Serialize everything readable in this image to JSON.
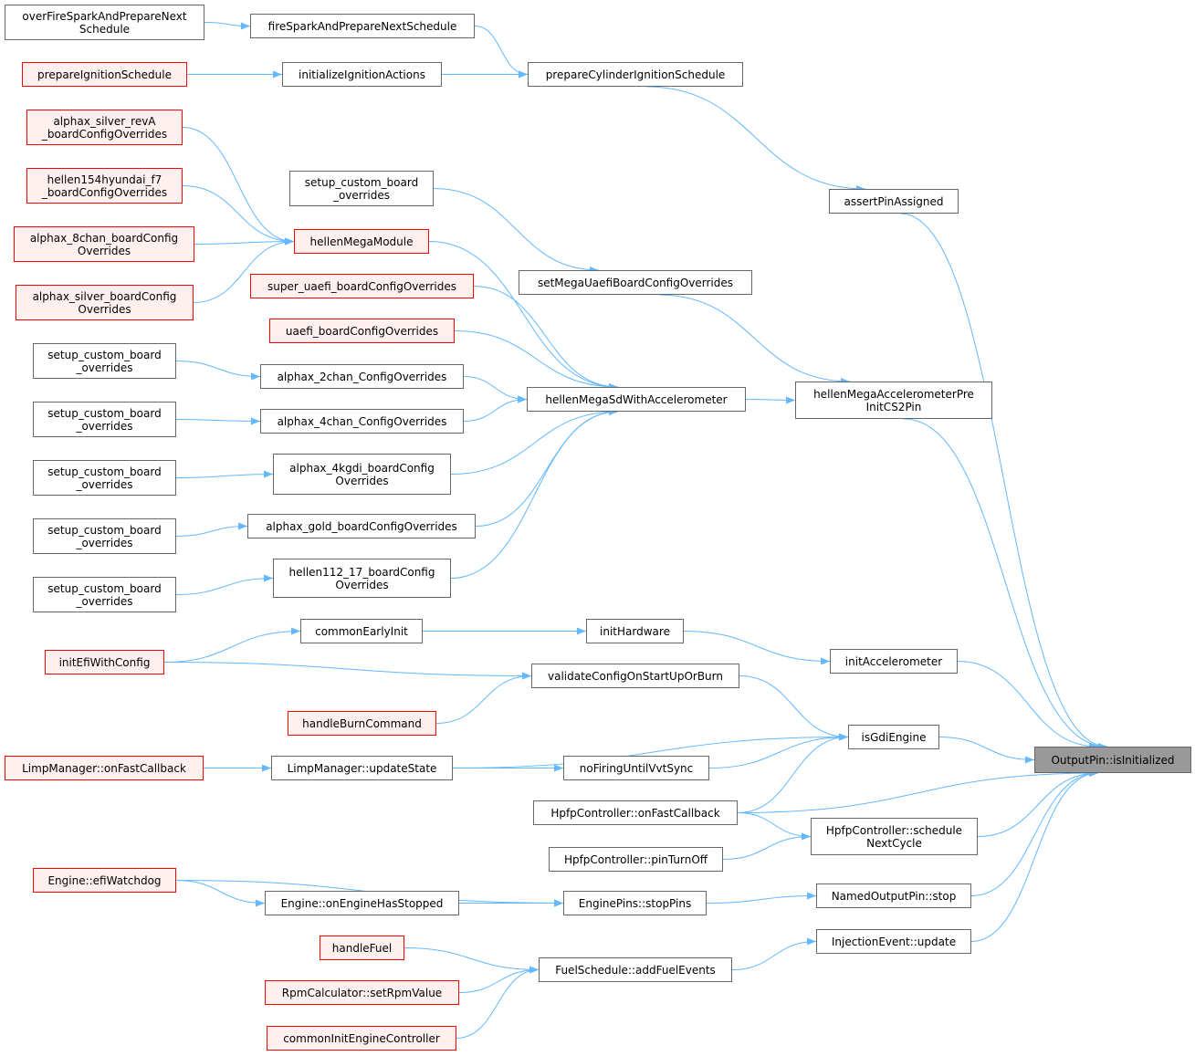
{
  "graph_type": "caller graph",
  "colors": {
    "edge": "#63b8ff",
    "node_border": "#666666",
    "red_border": "#ff0000",
    "red_fill": "#fff0f0",
    "focus_fill": "#999999"
  },
  "nodes": [
    {
      "id": "overFire",
      "lines": [
        "overFireSparkAndPrepareNext",
        "Schedule"
      ],
      "style": "normal"
    },
    {
      "id": "prepareIgn",
      "lines": [
        "prepareIgnitionSchedule"
      ],
      "style": "red"
    },
    {
      "id": "silverRevA",
      "lines": [
        "alphax_silver_revA",
        "_boardConfigOverrides"
      ],
      "style": "red"
    },
    {
      "id": "hellen154",
      "lines": [
        "hellen154hyundai_f7",
        "_boardConfigOverrides"
      ],
      "style": "red"
    },
    {
      "id": "alphax8",
      "lines": [
        "alphax_8chan_boardConfig",
        "Overrides"
      ],
      "style": "red"
    },
    {
      "id": "silver",
      "lines": [
        "alphax_silver_boardConfig",
        "Overrides"
      ],
      "style": "red"
    },
    {
      "id": "setup7",
      "lines": [
        "setup_custom_board",
        "_overrides"
      ],
      "style": "normal"
    },
    {
      "id": "setup8",
      "lines": [
        "setup_custom_board",
        "_overrides"
      ],
      "style": "normal"
    },
    {
      "id": "setup9",
      "lines": [
        "setup_custom_board",
        "_overrides"
      ],
      "style": "normal"
    },
    {
      "id": "setup10",
      "lines": [
        "setup_custom_board",
        "_overrides"
      ],
      "style": "normal"
    },
    {
      "id": "setup11",
      "lines": [
        "setup_custom_board",
        "_overrides"
      ],
      "style": "normal"
    },
    {
      "id": "initEfi",
      "lines": [
        "initEfiWithConfig"
      ],
      "style": "red"
    },
    {
      "id": "limpFast",
      "lines": [
        "LimpManager::onFastCallback"
      ],
      "style": "red"
    },
    {
      "id": "efiWatchdog",
      "lines": [
        "Engine::efiWatchdog"
      ],
      "style": "red"
    },
    {
      "id": "fireSpark",
      "lines": [
        "fireSparkAndPrepareNextSchedule"
      ],
      "style": "normal"
    },
    {
      "id": "initIgnActions",
      "lines": [
        "initializeIgnitionActions"
      ],
      "style": "normal"
    },
    {
      "id": "setupC2",
      "lines": [
        "setup_custom_board",
        "_overrides"
      ],
      "style": "normal"
    },
    {
      "id": "hellenMegaModule",
      "lines": [
        "hellenMegaModule"
      ],
      "style": "red"
    },
    {
      "id": "superUaefi",
      "lines": [
        "super_uaefi_boardConfigOverrides"
      ],
      "style": "red"
    },
    {
      "id": "uaefi",
      "lines": [
        "uaefi_boardConfigOverrides"
      ],
      "style": "red"
    },
    {
      "id": "alphax2",
      "lines": [
        "alphax_2chan_ConfigOverrides"
      ],
      "style": "normal"
    },
    {
      "id": "alphax4",
      "lines": [
        "alphax_4chan_ConfigOverrides"
      ],
      "style": "normal"
    },
    {
      "id": "alphax4kgdi",
      "lines": [
        "alphax_4kgdi_boardConfig",
        "Overrides"
      ],
      "style": "normal"
    },
    {
      "id": "alphaxGold",
      "lines": [
        "alphax_gold_boardConfigOverrides"
      ],
      "style": "normal"
    },
    {
      "id": "hellen112",
      "lines": [
        "hellen112_17_boardConfig",
        "Overrides"
      ],
      "style": "normal"
    },
    {
      "id": "commonEarlyInit",
      "lines": [
        "commonEarlyInit"
      ],
      "style": "normal"
    },
    {
      "id": "handleBurn",
      "lines": [
        "handleBurnCommand"
      ],
      "style": "red"
    },
    {
      "id": "limpUpdate",
      "lines": [
        "LimpManager::updateState"
      ],
      "style": "normal"
    },
    {
      "id": "onEngineStopped",
      "lines": [
        "Engine::onEngineHasStopped"
      ],
      "style": "normal"
    },
    {
      "id": "handleFuel",
      "lines": [
        "handleFuel"
      ],
      "style": "red"
    },
    {
      "id": "rpmCalc",
      "lines": [
        "RpmCalculator::setRpmValue"
      ],
      "style": "red"
    },
    {
      "id": "commonInit",
      "lines": [
        "commonInitEngineController"
      ],
      "style": "red"
    },
    {
      "id": "prepareCyl",
      "lines": [
        "prepareCylinderIgnitionSchedule"
      ],
      "style": "normal"
    },
    {
      "id": "setMega",
      "lines": [
        "setMegaUaefiBoardConfigOverrides"
      ],
      "style": "normal"
    },
    {
      "id": "hellenMegaSd",
      "lines": [
        "hellenMegaSdWithAccelerometer"
      ],
      "style": "normal"
    },
    {
      "id": "initHardware",
      "lines": [
        "initHardware"
      ],
      "style": "normal"
    },
    {
      "id": "validateConfig",
      "lines": [
        "validateConfigOnStartUpOrBurn"
      ],
      "style": "normal"
    },
    {
      "id": "noFiring",
      "lines": [
        "noFiringUntilVvtSync"
      ],
      "style": "normal"
    },
    {
      "id": "hpfpFast",
      "lines": [
        "HpfpController::onFastCallback"
      ],
      "style": "normal"
    },
    {
      "id": "hpfpOff",
      "lines": [
        "HpfpController::pinTurnOff"
      ],
      "style": "normal"
    },
    {
      "id": "stopPins",
      "lines": [
        "EnginePins::stopPins"
      ],
      "style": "normal"
    },
    {
      "id": "addFuel",
      "lines": [
        "FuelSchedule::addFuelEvents"
      ],
      "style": "normal"
    },
    {
      "id": "assertPin",
      "lines": [
        "assertPinAssigned"
      ],
      "style": "normal"
    },
    {
      "id": "hellenMegaAccel",
      "lines": [
        "hellenMegaAccelerometerPre",
        "InitCS2Pin"
      ],
      "style": "normal"
    },
    {
      "id": "initAccel",
      "lines": [
        "initAccelerometer"
      ],
      "style": "normal"
    },
    {
      "id": "isGdi",
      "lines": [
        "isGdiEngine"
      ],
      "style": "normal"
    },
    {
      "id": "hpfpSchedule",
      "lines": [
        "HpfpController::schedule",
        "NextCycle"
      ],
      "style": "normal"
    },
    {
      "id": "namedStop",
      "lines": [
        "NamedOutputPin::stop"
      ],
      "style": "normal"
    },
    {
      "id": "injUpdate",
      "lines": [
        "InjectionEvent::update"
      ],
      "style": "normal"
    },
    {
      "id": "outputPin",
      "lines": [
        "OutputPin::isInitialized"
      ],
      "style": "gray"
    }
  ],
  "edges": [
    [
      "overFire",
      "fireSpark"
    ],
    [
      "fireSpark",
      "prepareCyl"
    ],
    [
      "prepareIgn",
      "initIgnActions"
    ],
    [
      "initIgnActions",
      "prepareCyl"
    ],
    [
      "prepareCyl",
      "assertPin"
    ],
    [
      "assertPin",
      "outputPin"
    ],
    [
      "silverRevA",
      "hellenMegaModule"
    ],
    [
      "hellen154",
      "hellenMegaModule"
    ],
    [
      "alphax8",
      "hellenMegaModule"
    ],
    [
      "silver",
      "hellenMegaModule"
    ],
    [
      "hellenMegaModule",
      "hellenMegaSd"
    ],
    [
      "setupC2",
      "setMega"
    ],
    [
      "setMega",
      "hellenMegaAccel"
    ],
    [
      "superUaefi",
      "hellenMegaSd"
    ],
    [
      "uaefi",
      "hellenMegaSd"
    ],
    [
      "setup7",
      "alphax2"
    ],
    [
      "alphax2",
      "hellenMegaSd"
    ],
    [
      "setup8",
      "alphax4"
    ],
    [
      "alphax4",
      "hellenMegaSd"
    ],
    [
      "setup9",
      "alphax4kgdi"
    ],
    [
      "alphax4kgdi",
      "hellenMegaSd"
    ],
    [
      "setup10",
      "alphaxGold"
    ],
    [
      "alphaxGold",
      "hellenMegaSd"
    ],
    [
      "setup11",
      "hellen112"
    ],
    [
      "hellen112",
      "hellenMegaSd"
    ],
    [
      "hellenMegaSd",
      "hellenMegaAccel"
    ],
    [
      "hellenMegaAccel",
      "outputPin"
    ],
    [
      "initEfi",
      "commonEarlyInit"
    ],
    [
      "commonEarlyInit",
      "initHardware"
    ],
    [
      "initHardware",
      "initAccel"
    ],
    [
      "initAccel",
      "outputPin"
    ],
    [
      "initEfi",
      "validateConfig"
    ],
    [
      "handleBurn",
      "validateConfig"
    ],
    [
      "validateConfig",
      "isGdi"
    ],
    [
      "limpFast",
      "limpUpdate"
    ],
    [
      "limpUpdate",
      "noFiring"
    ],
    [
      "limpUpdate",
      "isGdi"
    ],
    [
      "noFiring",
      "isGdi"
    ],
    [
      "hpfpFast",
      "isGdi"
    ],
    [
      "hpfpFast",
      "outputPin"
    ],
    [
      "hpfpFast",
      "hpfpSchedule"
    ],
    [
      "isGdi",
      "outputPin"
    ],
    [
      "hpfpOff",
      "hpfpSchedule"
    ],
    [
      "hpfpSchedule",
      "outputPin"
    ],
    [
      "efiWatchdog",
      "onEngineStopped"
    ],
    [
      "efiWatchdog",
      "stopPins"
    ],
    [
      "onEngineStopped",
      "stopPins"
    ],
    [
      "stopPins",
      "namedStop"
    ],
    [
      "namedStop",
      "outputPin"
    ],
    [
      "handleFuel",
      "addFuel"
    ],
    [
      "rpmCalc",
      "addFuel"
    ],
    [
      "commonInit",
      "addFuel"
    ],
    [
      "addFuel",
      "injUpdate"
    ],
    [
      "injUpdate",
      "outputPin"
    ]
  ]
}
